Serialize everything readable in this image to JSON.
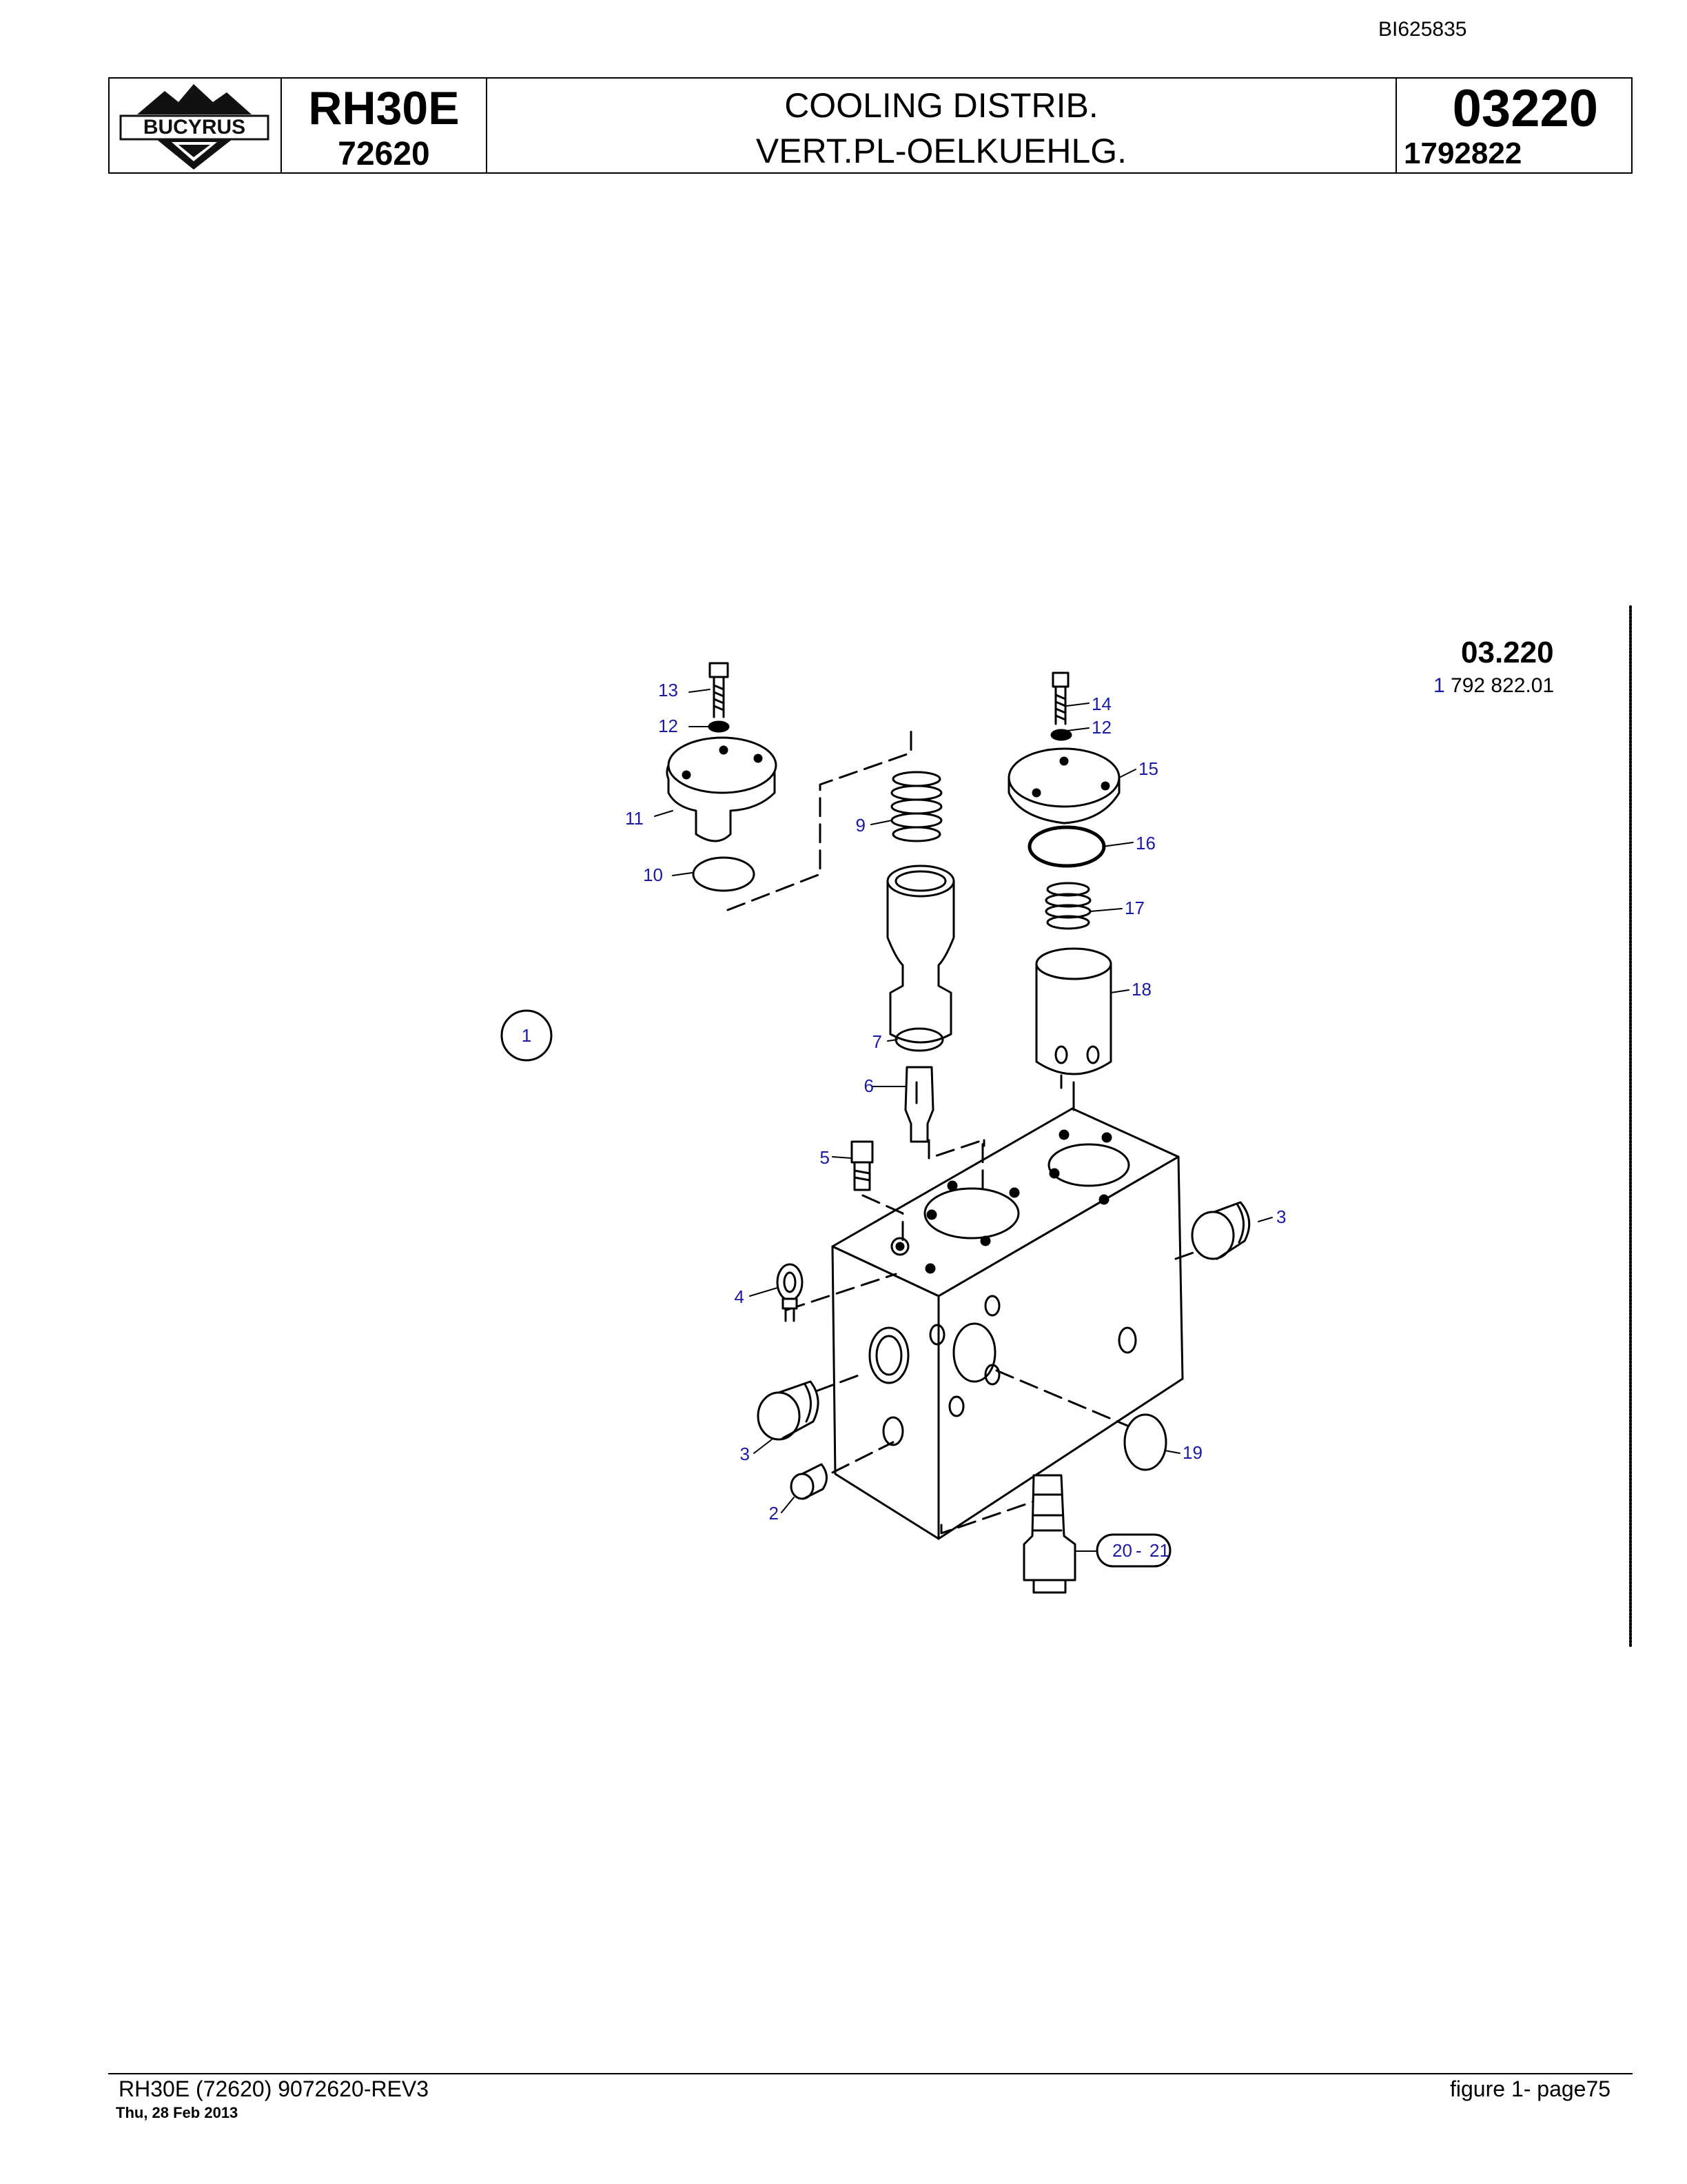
{
  "doc_id": "BI625835",
  "header": {
    "logo_text": "BUCYRUS",
    "model": "RH30E",
    "model_code": "72620",
    "title_en": "COOLING DISTRIB.",
    "title_de": "VERT.PL-OELKUEHLG.",
    "section": "03220",
    "part_number": "1792822"
  },
  "diagram": {
    "section_ref": "03.220",
    "sub_ref_prefix": "1",
    "sub_ref": "792 822.01",
    "assembly_label": "1",
    "callouts": [
      "13",
      "12",
      "11",
      "10",
      "9",
      "7",
      "6",
      "5",
      "4",
      "3",
      "2",
      "14",
      "12",
      "15",
      "16",
      "17",
      "18",
      "3",
      "19",
      "20",
      "-",
      "21"
    ],
    "colors": {
      "callout": "#1a1aa6",
      "line": "#000000"
    }
  },
  "footer": {
    "left": "RH30E (72620) 9072620-REV3",
    "date": "Thu, 28 Feb 2013",
    "right": "figure  1- page75"
  }
}
